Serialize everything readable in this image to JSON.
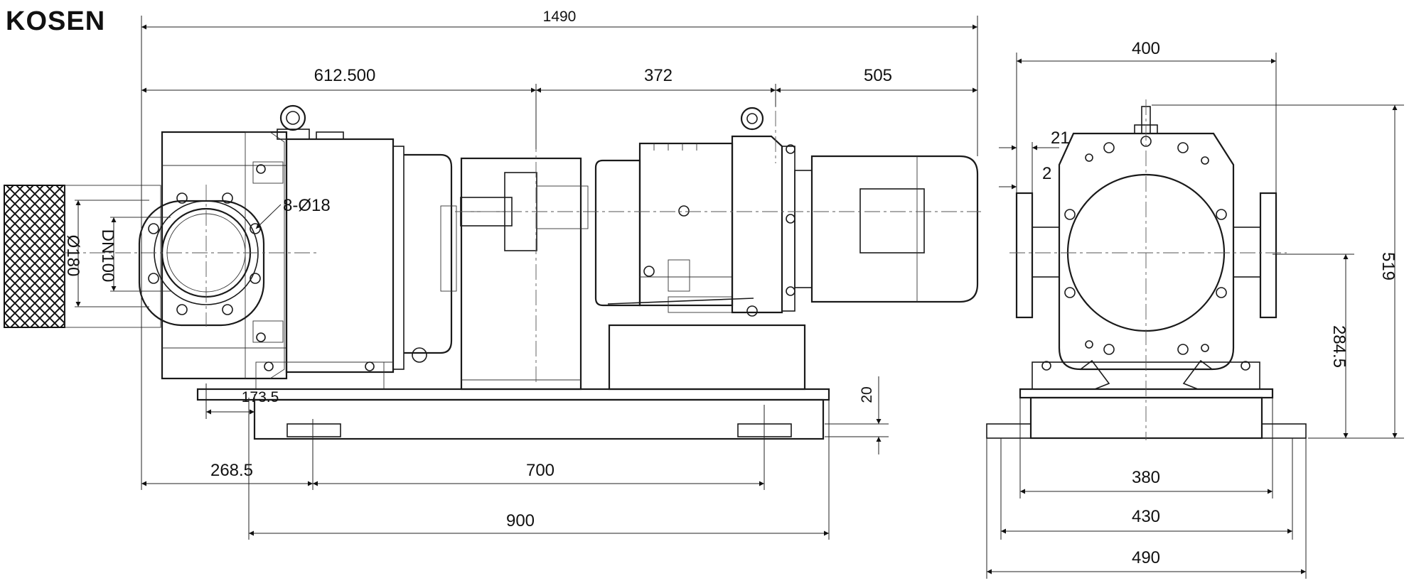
{
  "brand": {
    "logo": "KOSEN"
  },
  "side_view": {
    "dims": {
      "overall_length": "1490",
      "pump_section": "612.500",
      "coupling_section": "372",
      "motor_section": "505",
      "base_offset": "268.5",
      "bolt_spacing": "700",
      "base_length": "900",
      "flange_offset": "173.5",
      "base_height": "20",
      "flange_holes": "8-Ø18",
      "flange_pcd": "Ø180",
      "nominal_size": "DN100"
    }
  },
  "end_view": {
    "dims": {
      "overall_width": "400",
      "flange_thickness": "21",
      "flange_gap": "2",
      "overall_height": "519",
      "port_height": "284.5",
      "bolt_width": "380",
      "base_width_inner": "430",
      "base_width_outer": "490"
    }
  }
}
